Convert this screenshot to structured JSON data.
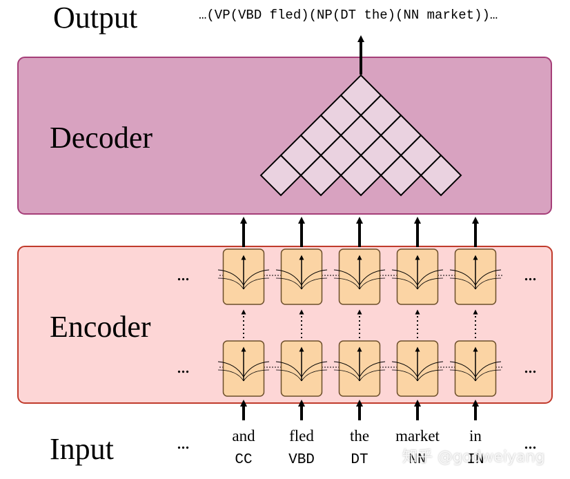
{
  "labels": {
    "output": "Output",
    "decoder": "Decoder",
    "encoder": "Encoder",
    "input": "Input"
  },
  "output_sequence": "…(VP(VBD fled)(NP(DT the)(NN market))…",
  "input_tokens": [
    {
      "word": "and",
      "tag": "CC"
    },
    {
      "word": "fled",
      "tag": "VBD"
    },
    {
      "word": "the",
      "tag": "DT"
    },
    {
      "word": "market",
      "tag": "NN"
    },
    {
      "word": "in",
      "tag": "IN"
    }
  ],
  "ellipsis": "...",
  "watermark": "知乎 @godweiyang",
  "colors": {
    "decoder_fill": "#d8a2c0",
    "decoder_border": "#a53e78",
    "encoder_fill": "#fdd6d6",
    "encoder_border": "#c03a2b",
    "cell_fill": "#fbd4a4",
    "cell_border": "#6b4e2a",
    "chart_cell_fill": "#ead2e0"
  }
}
